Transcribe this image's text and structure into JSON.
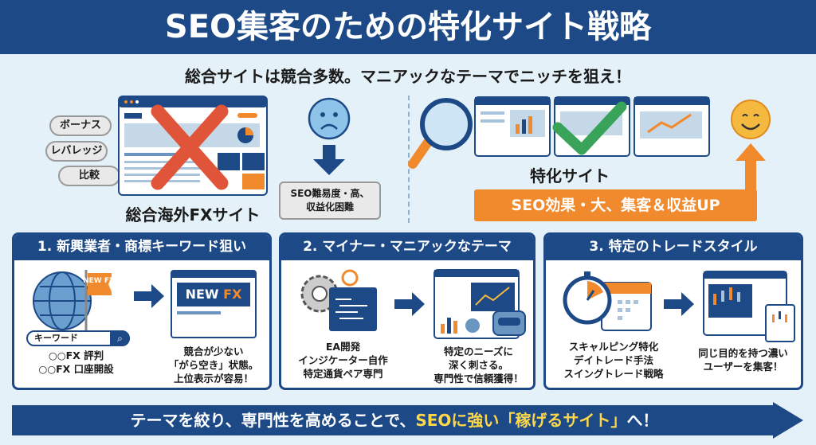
{
  "title": "SEO集客のための特化サイト戦略",
  "subtitle": "総合サイトは競合多数。マニアックなテーマでニッチを狙え！",
  "general": {
    "keywords": [
      "ボーナス",
      "レバレッジ",
      "比較"
    ],
    "label": "総合海外FXサイト",
    "result_line1": "SEO難易度・高、",
    "result_line2": "収益化困難"
  },
  "specialized": {
    "label": "特化サイト",
    "result": "SEO効果・大、集客＆収益UP"
  },
  "panels": [
    {
      "title": "1. 新興業者・商標キーワード狙い",
      "flag": "NEW FX",
      "search_placeholder": "キーワード",
      "examples": [
        "○○FX 評判",
        "○○FX 口座開設"
      ],
      "banner_a": "NEW",
      "banner_b": "FX",
      "result": [
        "競合が少ない",
        "「がら空き」状態。",
        "上位表示が容易！"
      ]
    },
    {
      "title": "2. マイナー・マニアックなテーマ",
      "examples": [
        "EA開発",
        "インジケーター自作",
        "特定通貨ペア専門"
      ],
      "result": [
        "特定のニーズに",
        "深く刺さる。",
        "専門性で信頼獲得！"
      ]
    },
    {
      "title": "3. 特定のトレードスタイル",
      "examples": [
        "スキャルピング特化",
        "デイトレード手法",
        "スイングトレード戦略"
      ],
      "result": [
        "同じ目的を持つ濃い",
        "ユーザーを集客！"
      ]
    }
  ],
  "footer": {
    "part1": "テーマを絞り、専門性を高めることで、",
    "highlight": "SEOに強い「稼げるサイト」",
    "part2": "へ！"
  },
  "colors": {
    "navy": "#1d4a87",
    "orange": "#f08a2c",
    "bg": "#e4f1f9",
    "red": "#e0553a",
    "green": "#3aa35a"
  }
}
